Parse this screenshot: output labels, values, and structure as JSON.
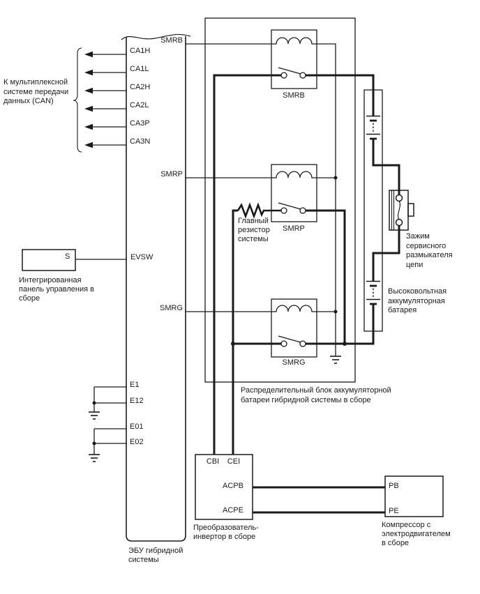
{
  "colors": {
    "ink": "#1a1a1a",
    "bg": "#ffffff"
  },
  "can_note": {
    "lines": [
      "К мультиплексной",
      "системе передачи",
      "данных (CAN)"
    ]
  },
  "ecu": {
    "name_lines": [
      "ЭБУ гибридной",
      "системы"
    ],
    "pins": {
      "smrb": "SMRB",
      "ca1h": "CA1H",
      "ca1l": "CA1L",
      "ca2h": "CA2H",
      "ca2l": "CA2L",
      "ca3p": "CA3P",
      "ca3n": "CA3N",
      "smrp": "SMRP",
      "evsw": "EVSW",
      "smrg": "SMRG",
      "e1": "E1",
      "e12": "E12",
      "e01": "E01",
      "e02": "E02"
    }
  },
  "control_panel": {
    "pin": "S",
    "name_lines": [
      "Интегрированная",
      "панель управления в",
      "сборе"
    ]
  },
  "junction_block": {
    "name_lines": [
      "Распределительный блок аккумуляторной",
      "батареи гибридной системы в сборе"
    ],
    "relays": {
      "smrb": "SMRB",
      "smrp": "SMRP",
      "smrg": "SMRG"
    },
    "resistor_lines": [
      "Главный",
      "резистор",
      "системы"
    ]
  },
  "service_plug": {
    "name_lines": [
      "Зажим",
      "сервисного",
      "размыкателя",
      "цепи"
    ]
  },
  "hv_battery": {
    "name_lines": [
      "Высоковольтная",
      "аккумуляторная",
      "батарея"
    ]
  },
  "inverter": {
    "name_lines": [
      "Преобразователь-",
      "инвертор в сборе"
    ],
    "pins": {
      "cbi": "CBI",
      "cei": "CEI",
      "acpb": "ACPB",
      "acpe": "ACPE"
    }
  },
  "compressor": {
    "name_lines": [
      "Компрессор с",
      "электродвигателем",
      "в сборе"
    ],
    "pins": {
      "pb": "PB",
      "pe": "PE"
    }
  }
}
